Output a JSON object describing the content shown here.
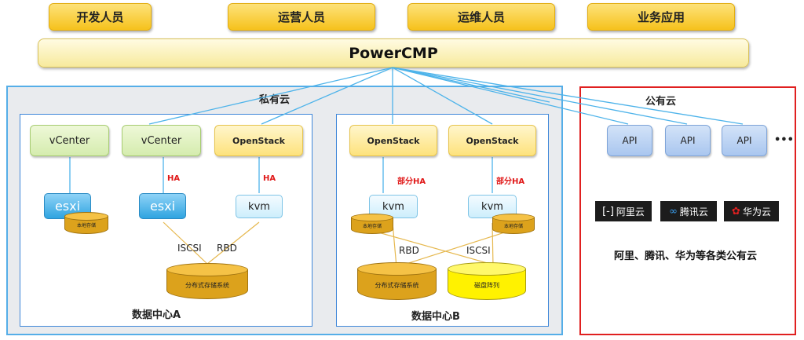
{
  "roles": [
    "开发人员",
    "运营人员",
    "运维人员",
    "业务应用"
  ],
  "platform": "PowerCMP",
  "private_cloud": {
    "title": "私有云",
    "dc_a": {
      "title": "数据中心A",
      "nodes": [
        "vCenter",
        "vCenter",
        "OpenStack"
      ],
      "hosts": [
        "esxi",
        "esxi",
        "kvm"
      ],
      "ha_labels": [
        "HA",
        "HA"
      ],
      "local_storage": "本地存储",
      "link_labels": [
        "ISCSI",
        "RBD"
      ],
      "shared_storage": "分布式存储系统"
    },
    "dc_b": {
      "title": "数据中心B",
      "nodes": [
        "OpenStack",
        "OpenStack"
      ],
      "hosts": [
        "kvm",
        "kvm"
      ],
      "ha_labels": [
        "部分HA",
        "部分HA"
      ],
      "local_storage": [
        "本地存储",
        "本地存储"
      ],
      "link_labels": [
        "RBD",
        "ISCSI"
      ],
      "storage": [
        "分布式存储系统",
        "磁盘阵列"
      ]
    }
  },
  "public_cloud": {
    "title": "公有云",
    "apis": [
      "API",
      "API",
      "API"
    ],
    "more": "•••",
    "providers": [
      {
        "name": "阿里云",
        "icon": "alibaba-cloud-icon",
        "glyph": "[-]"
      },
      {
        "name": "腾讯云",
        "icon": "tencent-cloud-icon",
        "glyph": "∞"
      },
      {
        "name": "华为云",
        "icon": "huawei-cloud-icon",
        "glyph": "✿"
      }
    ],
    "note": "阿里、腾讯、华为等各类公有云"
  },
  "colors": {
    "connector": "#4db3ea",
    "storage_link": "#e6b84e",
    "ha_text": "#e01818",
    "public_border": "#e02020",
    "storage_gold": "#dca21c",
    "storage_yellow": "#fff200"
  }
}
